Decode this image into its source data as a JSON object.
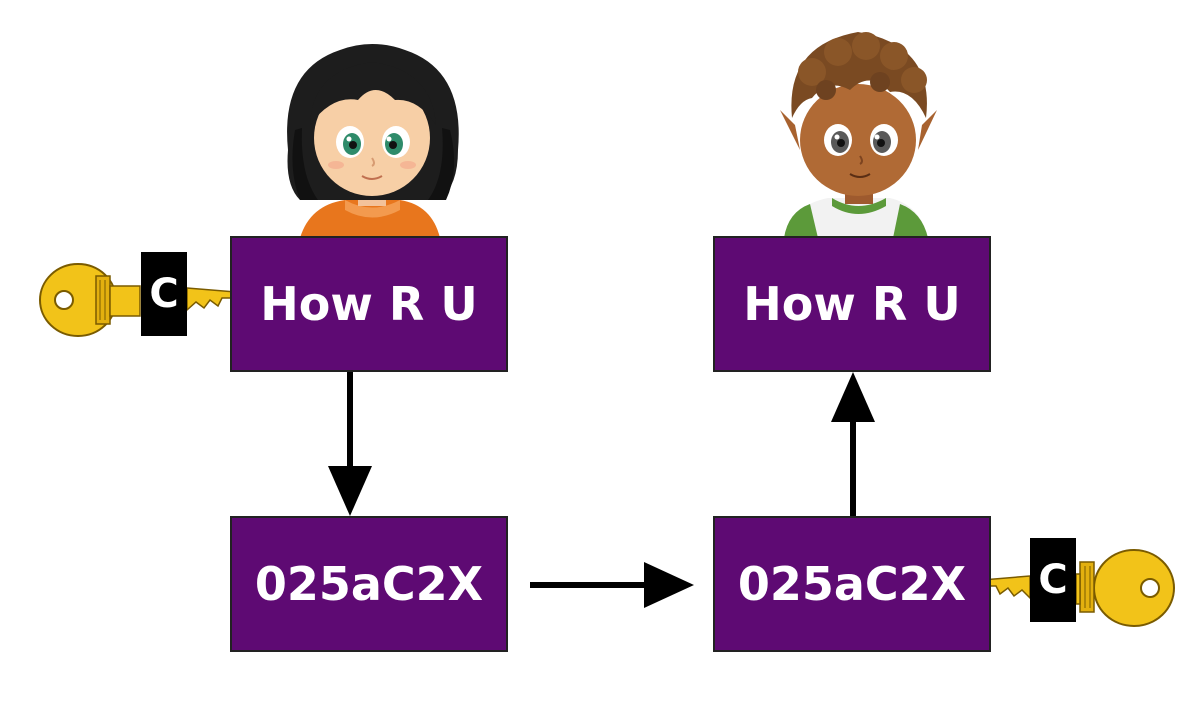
{
  "diagram": {
    "sender_plaintext": "How R U",
    "sender_ciphertext": "025aC2X",
    "receiver_ciphertext": "025aC2X",
    "receiver_plaintext": "How R U",
    "sender_key_label": "C",
    "receiver_key_label": "C"
  },
  "colors": {
    "box_fill": "#5e0a73",
    "key_gold": "#f2c319",
    "key_outline": "#7a5b00",
    "arrow": "#000000"
  },
  "icons": {
    "sender": "girl-avatar-icon",
    "receiver": "boy-avatar-icon",
    "sender_key": "key-icon",
    "receiver_key": "key-icon"
  }
}
